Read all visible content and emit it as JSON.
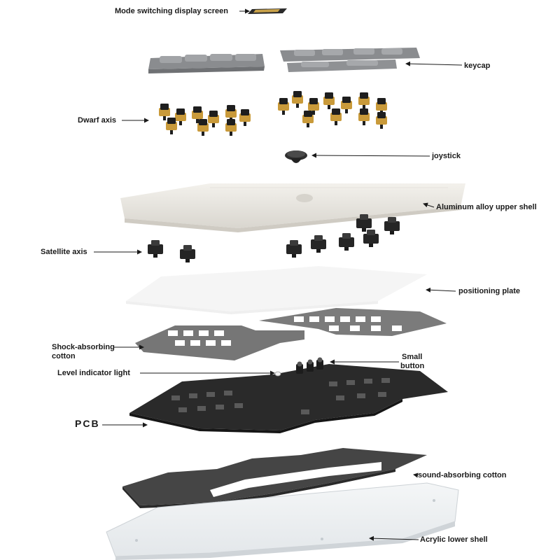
{
  "labels": {
    "display_screen": "Mode switching display screen",
    "keycap": "keycap",
    "dwarf_axis": "Dwarf axis",
    "joystick": "joystick",
    "upper_shell": "Aluminum alloy upper shell",
    "satellite_axis": "Satellite axis",
    "positioning_plate": "positioning plate",
    "shock_cotton_line1": "Shock-absorbing",
    "shock_cotton_line2": "cotton",
    "small_button_line1": "Small",
    "small_button_line2": "button",
    "level_light": "Level indicator light",
    "pcb": "PCB",
    "sound_cotton": "sound-absorbing cotton",
    "lower_shell": "Acrylic lower shell"
  },
  "colors": {
    "keycap": "#8f9194",
    "switch_dark": "#1e1e1e",
    "switch_gold": "#c99a3a",
    "shell": "#ece9e3",
    "plate": "#f1f1f1",
    "cotton": "#6b6b6b",
    "pcb": "#2a2a2a",
    "sound_cotton": "#3f3f3f",
    "acrylic": "#dfe3e6",
    "leader": "#1a1a1a"
  }
}
